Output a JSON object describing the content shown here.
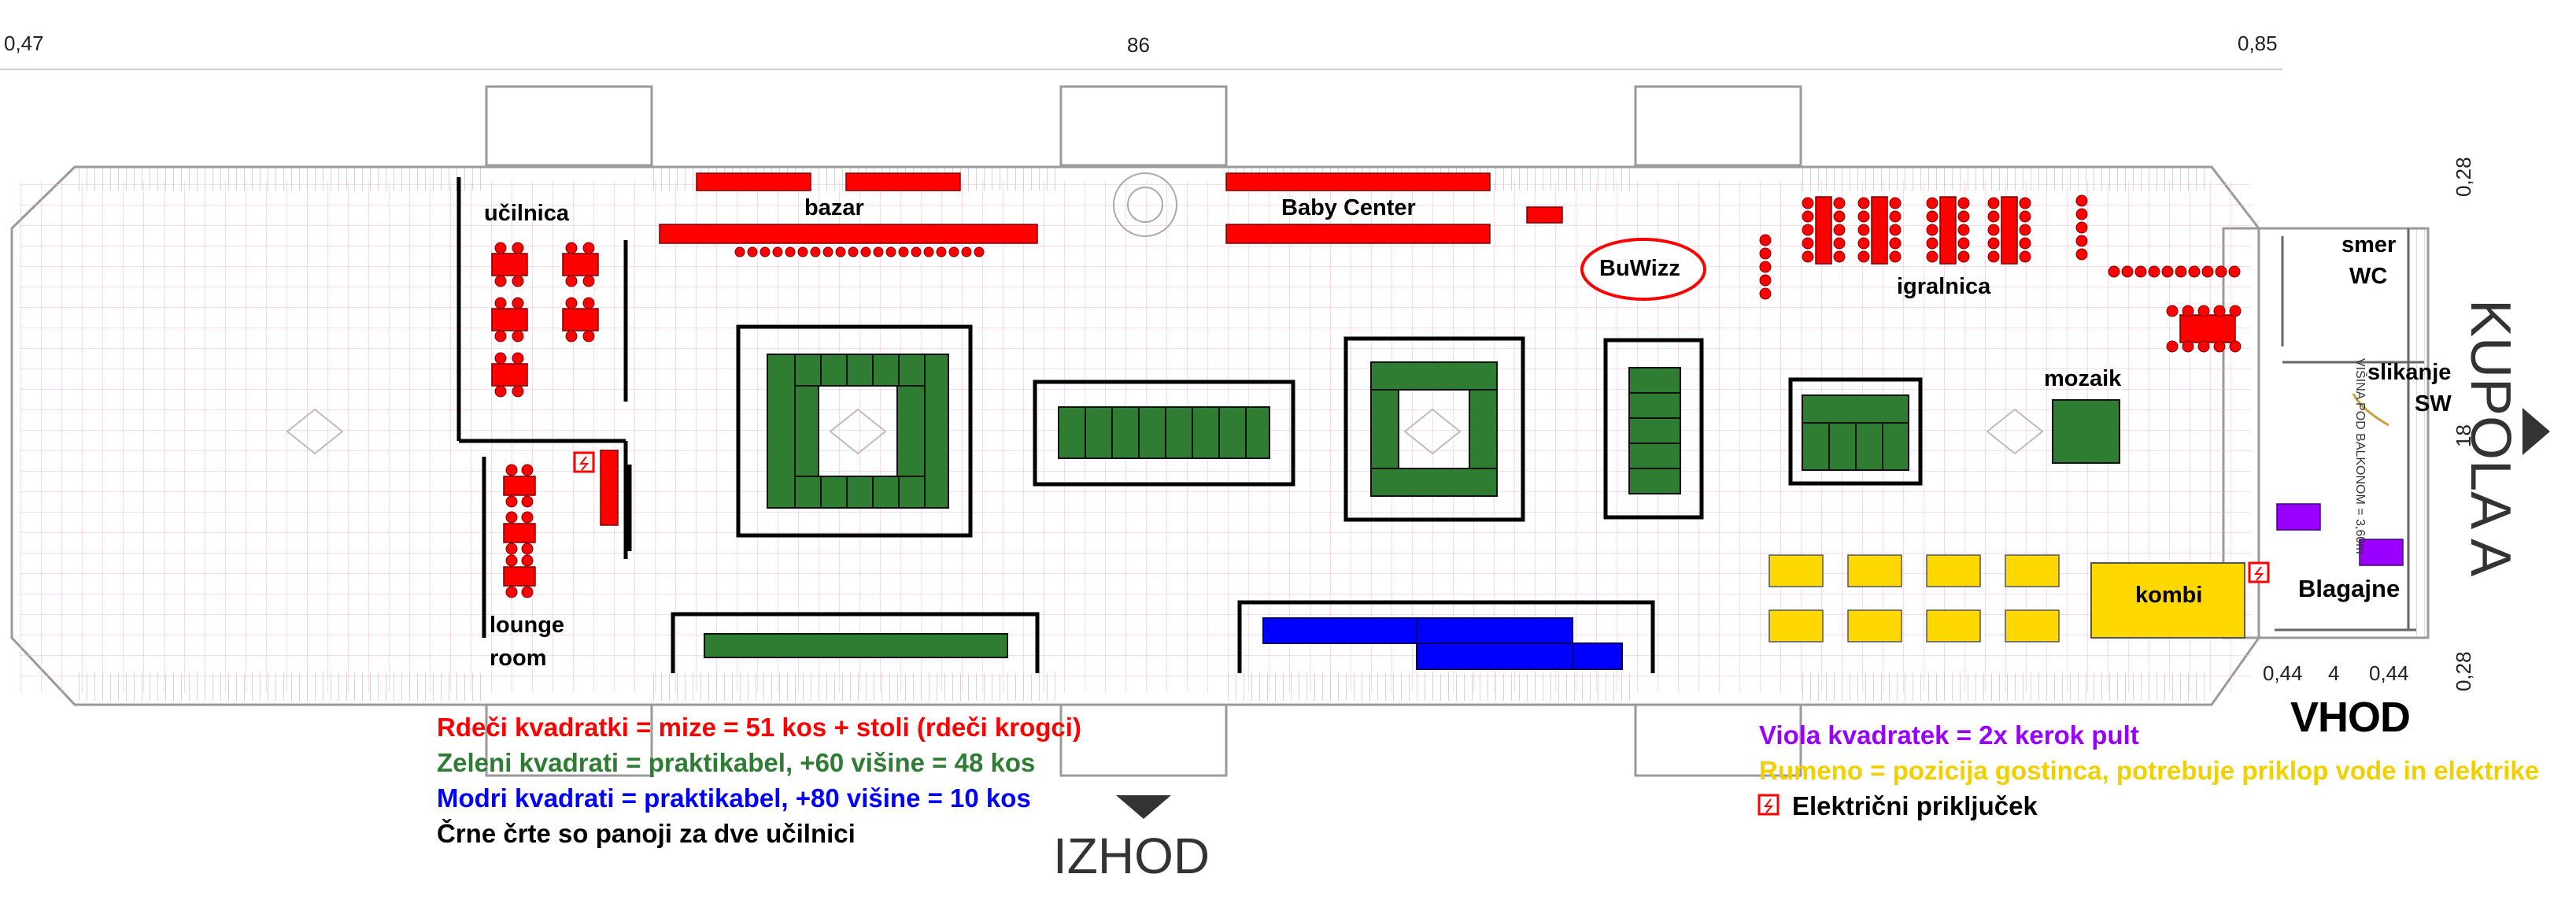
{
  "dimensions": {
    "top_left": "0,47",
    "top_center": "86",
    "top_right": "0,85",
    "right_top": "0,28",
    "right_mid": "18",
    "right_bottom": "0,28",
    "entrance_left": "0,44",
    "entrance_mid": "4",
    "entrance_right": "0,44"
  },
  "rooms": {
    "ucilnica": "učilnica",
    "bazar": "bazar",
    "baby_center": "Baby Center",
    "buwizz": "BuWizz",
    "igralnica": "igralnica",
    "smer_wc_1": "smer",
    "smer_wc_2": "WC",
    "slikanje_1": "slikanje",
    "slikanje_2": "SW",
    "mozaik": "mozaik",
    "kombi": "kombi",
    "blagajne": "Blagajne",
    "lounge_1": "lounge",
    "lounge_2": "room"
  },
  "balcony_note": "VIŠINA POD BALKONOM = 3,60m",
  "exits": {
    "izhod": "IZHOD",
    "vhod": "VHOD",
    "kupola": "KUPOLA A"
  },
  "legend": {
    "red": "Rdeči kvadratki = mize = 51 kos + stoli (rdeči krogci)",
    "green": "Zeleni kvadrati = praktikabel, +60 višine = 48 kos",
    "blue": "Modri kvadrati = praktikabel, +80 višine = 10 kos",
    "black": "Črne črte so panoji za dve učilnici",
    "violet": "Viola kvadratek = 2x kerok pult",
    "yellow": "Rumeno = pozicija gostinca, potrebuje priklop vode in elektrike",
    "electric": "Električni priključek"
  },
  "colors": {
    "red": "#ff0000",
    "green": "#2e7d32",
    "blue": "#0000ff",
    "violet": "#9900ff",
    "yellow": "#ffd800",
    "black": "#000000"
  }
}
